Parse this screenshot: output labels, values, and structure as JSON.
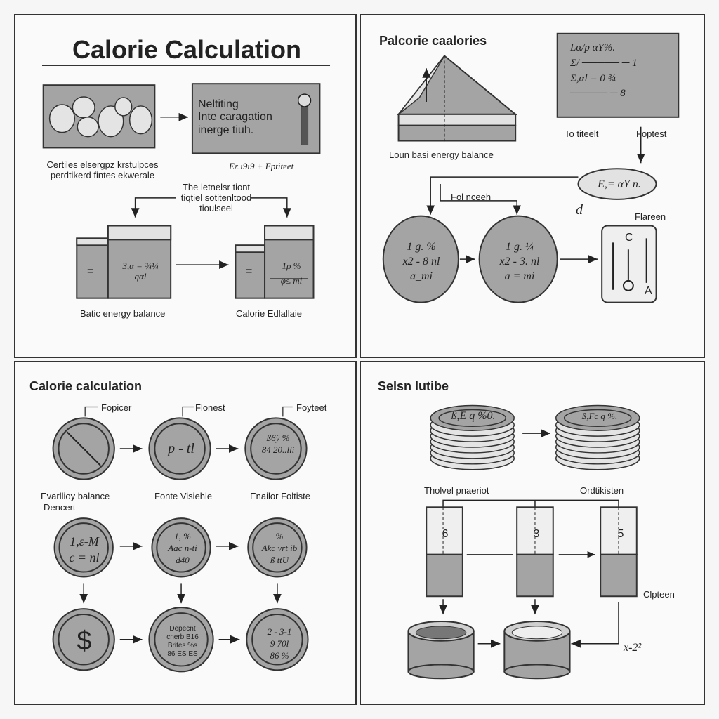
{
  "panel1": {
    "title": "Calorie Calculation",
    "note_box_lines": [
      "Neltiting",
      "Inte caragation",
      "inerge tiuh."
    ],
    "caption_left": [
      "Certiles elsergpz krstulpces",
      "perdtikerd fintes ekwerale"
    ],
    "formula_label": "Eε.ι9ι9  +  Eptiteet",
    "middle_note": [
      "The letnelsr tiont",
      "tiqtiel sotitenltood",
      "tioulseel"
    ],
    "block_left_symbol": "=",
    "block_left_formula": [
      "3,α = ¾¼",
      "qαl"
    ],
    "block_right_symbol": "=",
    "block_right_formula": [
      "1ρ  %",
      "φ≤ mi"
    ],
    "caption_basic": "Batic energy balance",
    "caption_calorie": "Calorie  Edlallaie"
  },
  "panel2": {
    "title": "Palcorie caalories",
    "pyramid_caption": "Loun basi energy balance",
    "box_lines": [
      "Lα/p  αY%.",
      "Σ/  ─────  ─ 1",
      "Σ,αl = 0 ¾",
      "─────  ─ 8"
    ],
    "label_to": "To titeelt",
    "label_footest": "Foptest",
    "oval_formula": "E,= αY n.",
    "symbol_d": "d",
    "label_folnceeh": "Fol nceeh",
    "label_flareen": "Flareen",
    "circle_left": [
      "1 g. %",
      "x2 - 8 nl",
      "a_mi"
    ],
    "circle_right": [
      "1 g. ¼",
      "x2 - 3. nl",
      "a = mi"
    ],
    "gauge_labels": [
      "C",
      "A"
    ]
  },
  "panel3": {
    "title": "Calorie calculation",
    "top_labels": [
      "Fopicer",
      "Flonest",
      "Foyteet"
    ],
    "top_coin_texts": [
      "",
      "p - tl",
      "ß6ÿ %"
    ],
    "top_coin_sub": "84 20..lli",
    "mid_labels": [
      "Evarllioy balance",
      "Fonte Visiehle",
      "Enailor Foltiste"
    ],
    "mid_sublabel": "Dencert",
    "mid_coin_texts": [
      [
        "1,ε-M",
        "c = nl"
      ],
      [
        "1, %",
        "Aac n-ti",
        "d40"
      ],
      [
        "%",
        "Akc vrt ib",
        "ß ttU"
      ]
    ],
    "bottom_coin_texts": [
      [
        "$"
      ],
      [
        "Depecnt",
        "cnerb B16",
        "Brites %s",
        "86 ES ES"
      ],
      [
        "2 - 3-1",
        "9  70l",
        "86  %"
      ]
    ]
  },
  "panel4": {
    "title": "Selsn lutibe",
    "stack_left": "ß,E  q %0.",
    "stack_right": "ß,Fc q %.",
    "label_thovel": "Tholvel pnaeriot",
    "label_orkt": "Ordtikisten",
    "column_values": [
      "6",
      "3",
      "5"
    ],
    "label_clipteen": "Clpteen",
    "formula_x": "x-2²"
  }
}
